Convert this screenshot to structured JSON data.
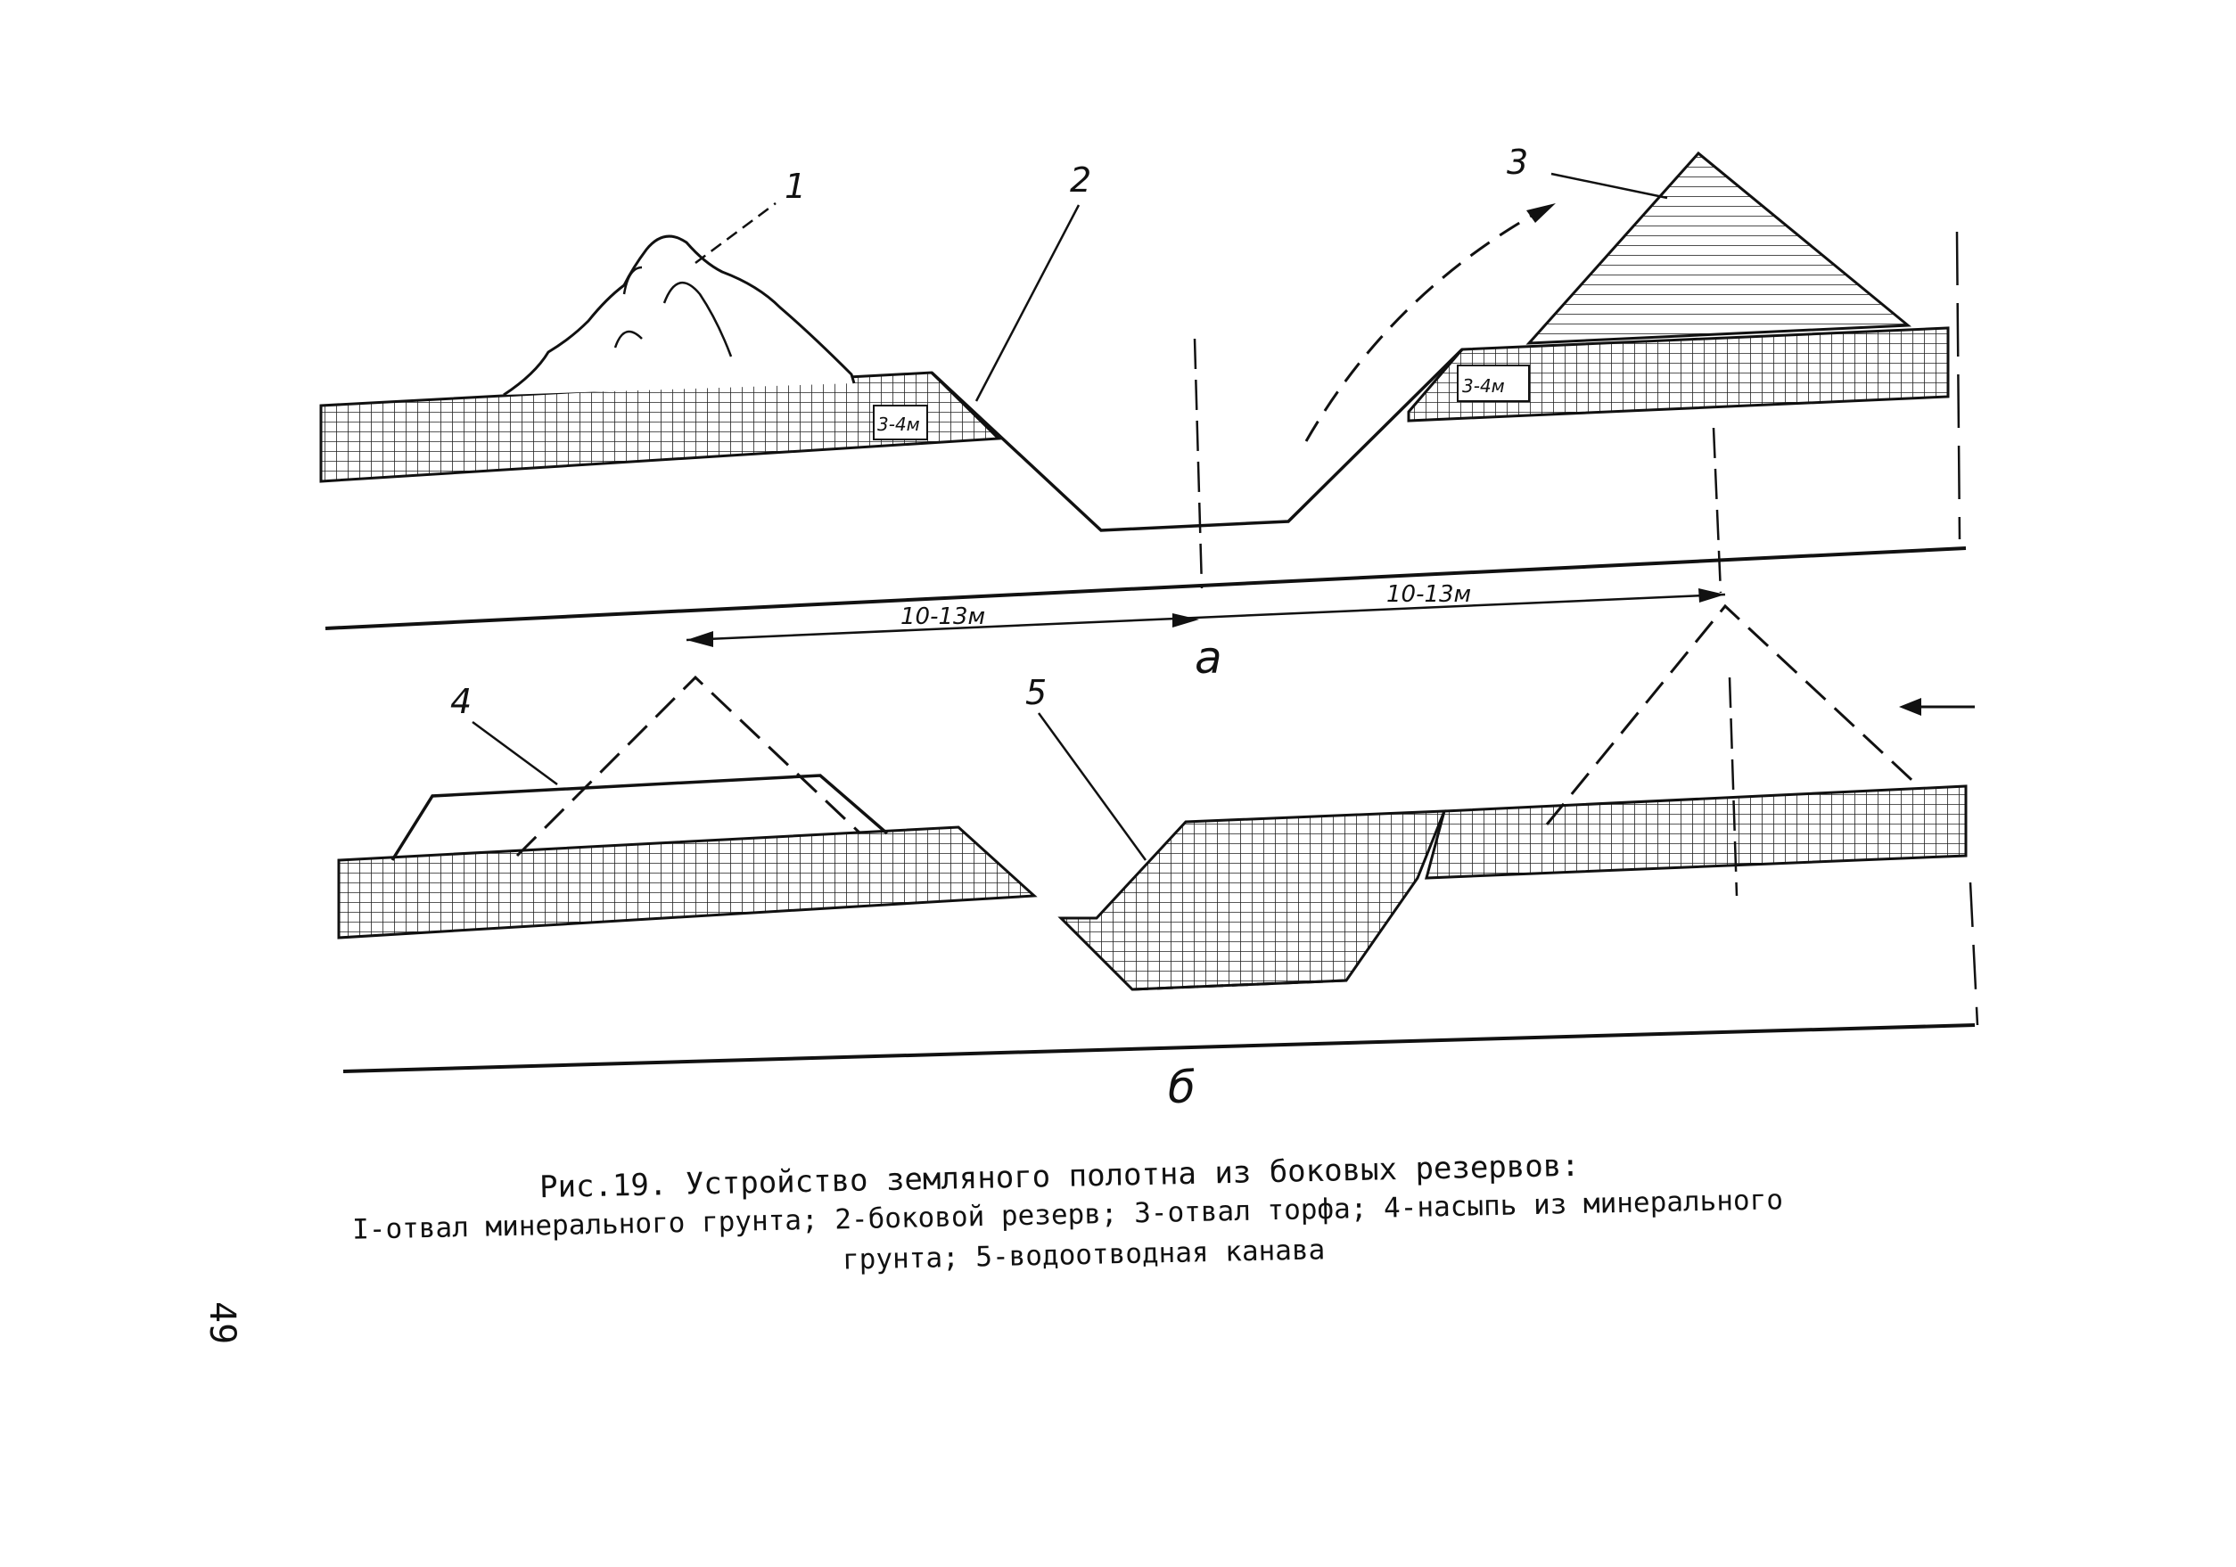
{
  "figure": {
    "part_a": {
      "callouts": [
        "1",
        "2",
        "3"
      ],
      "depth_left": "3-4м",
      "depth_right": "3-4м",
      "dim_left": "10-13м",
      "dim_right": "10-13м",
      "label": "а"
    },
    "part_b": {
      "callouts": [
        "4",
        "5"
      ],
      "label": "б"
    }
  },
  "caption": {
    "title": "Рис.19. Устройство земляного полотна из боковых резервов:",
    "line1": "I-отвал минерального грунта; 2-боковой резерв; 3-отвал торфа; 4-насыпь из минерального",
    "line2": "грунта; 5-водоотводная канава"
  },
  "page_number": "49"
}
